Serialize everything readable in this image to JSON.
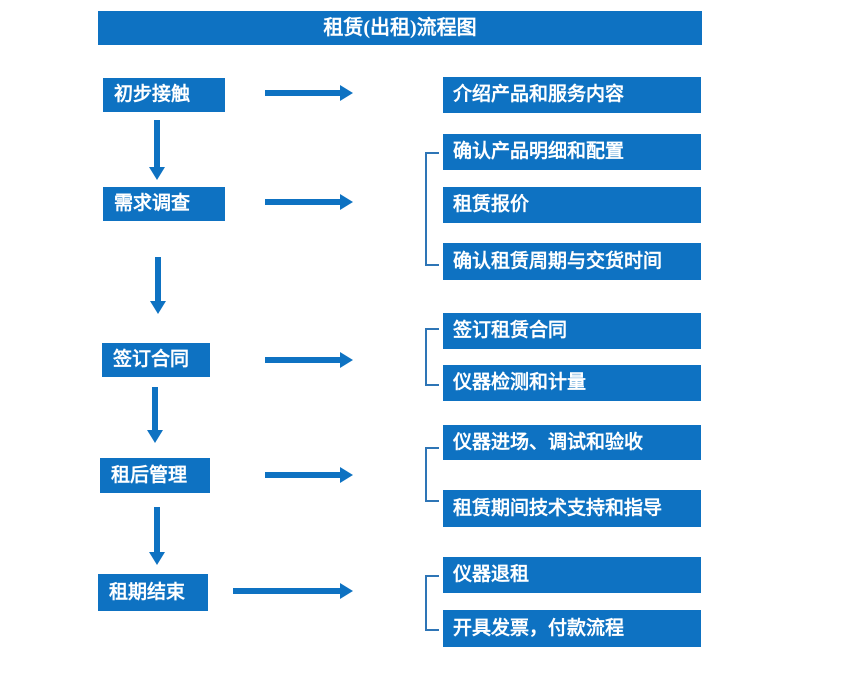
{
  "title": "租赁(出租)流程图",
  "colors": {
    "primary_blue": "#0e72c2",
    "bracket_blue": "#2e75b6",
    "text_white": "#ffffff",
    "background": "#ffffff"
  },
  "steps": [
    {
      "label": "初步接触"
    },
    {
      "label": "需求调查"
    },
    {
      "label": "签订合同"
    },
    {
      "label": "租后管理"
    },
    {
      "label": "租期结束"
    }
  ],
  "details": [
    {
      "step": "初步接触",
      "items": [
        "介绍产品和服务内容"
      ]
    },
    {
      "step": "需求调查",
      "items": [
        "确认产品明细和配置",
        "租赁报价",
        "确认租赁周期与交货时间"
      ]
    },
    {
      "step": "签订合同",
      "items": [
        "签订租赁合同",
        "仪器检测和计量"
      ]
    },
    {
      "step": "租后管理",
      "items": [
        "仪器进场、调试和验收",
        "租赁期间技术支持和指导"
      ]
    },
    {
      "step": "租期结束",
      "items": [
        "仪器退租",
        "开具发票，付款流程"
      ]
    }
  ]
}
